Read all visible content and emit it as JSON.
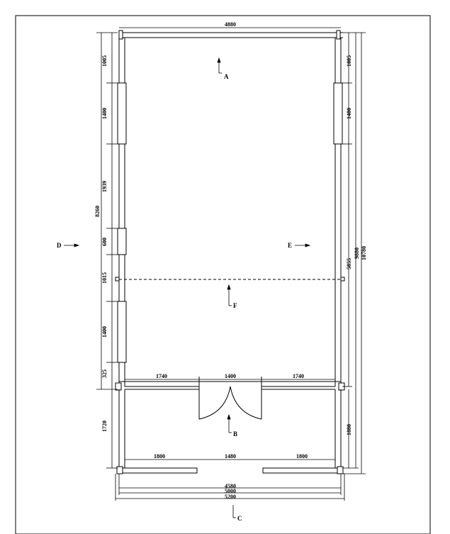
{
  "dimensions": {
    "top_overall": "4880",
    "left_first": "1005",
    "left_window_upper": "1400",
    "left_pier": "1939",
    "left_window_small": "600",
    "left_pier_lower": "1015",
    "left_window_lower": "1400",
    "left_bottom_short": "325",
    "left_overall": "8260",
    "right_first": "1005",
    "right_window": "1400",
    "right_lower": "5855",
    "right_total_a": "9880",
    "right_total_b": "10780",
    "door_wall_left": "1740",
    "door_wall_center": "1400",
    "door_wall_right": "1740",
    "porch_left": "1720",
    "porch_right": "1880",
    "front_left": "1800",
    "front_center": "1480",
    "front_right": "1800",
    "bottom_1": "4580",
    "bottom_2": "5000",
    "bottom_3": "5200"
  },
  "sections": {
    "a": "A",
    "b": "B",
    "c": "C",
    "d": "D",
    "e": "E",
    "f": "F"
  }
}
